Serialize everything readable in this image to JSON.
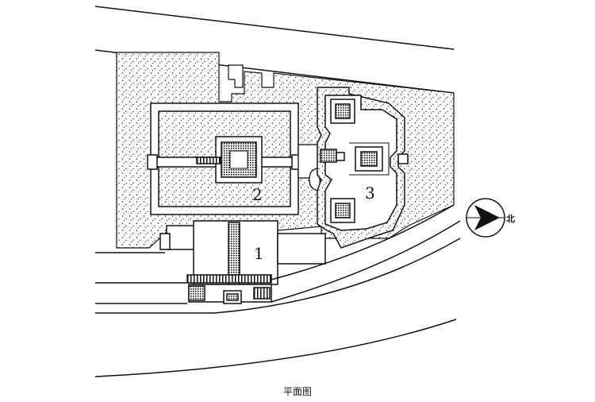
{
  "caption": "平面图",
  "labels": {
    "building_1": "1",
    "building_2": "2",
    "building_3": "3"
  },
  "north_label": "北",
  "colors": {
    "ink": "#111111",
    "paper": "#ffffff"
  }
}
